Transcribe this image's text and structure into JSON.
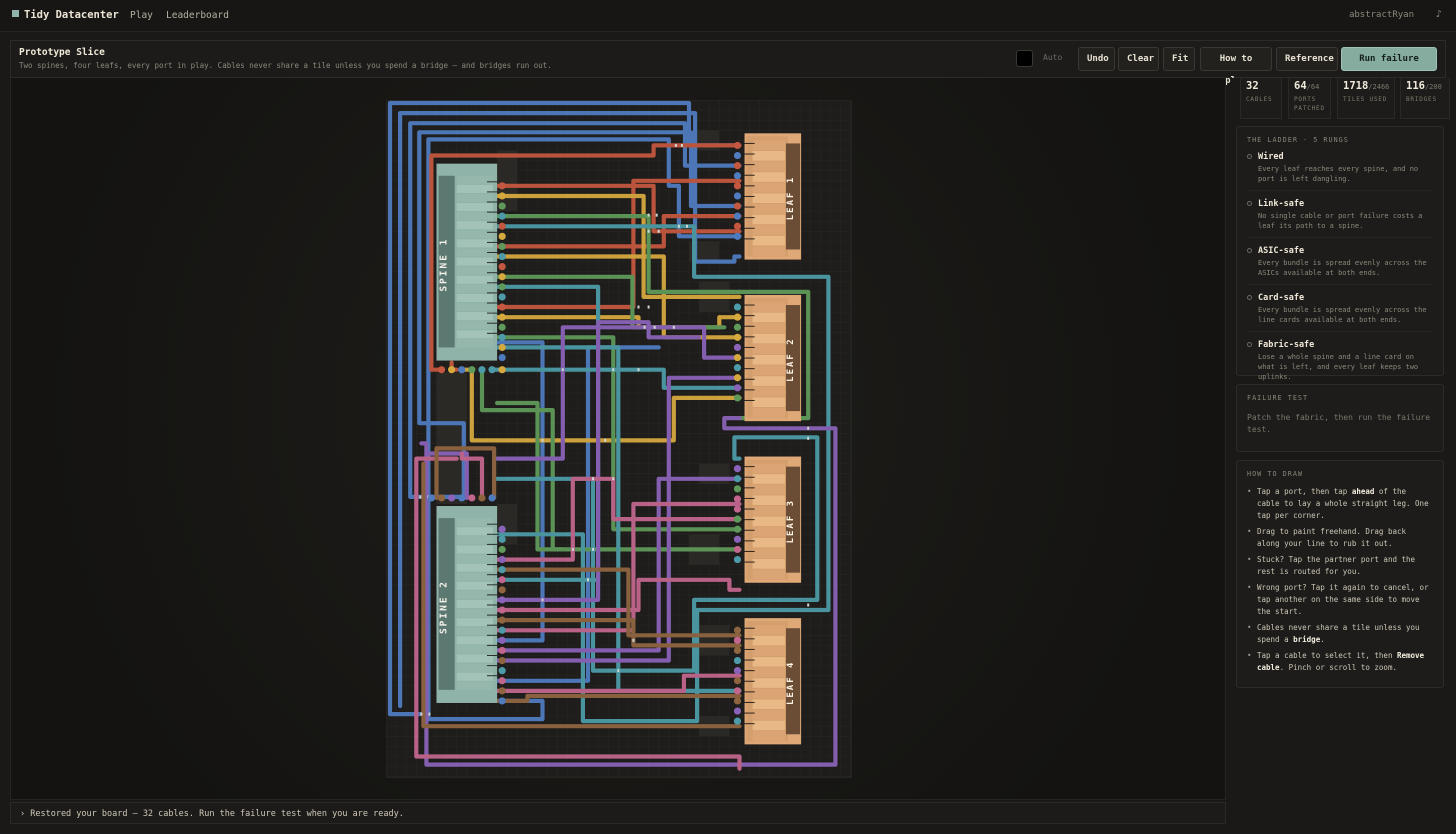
{
  "app": {
    "brand": "Tidy Datacenter",
    "nav": [
      "Play",
      "Leaderboard"
    ],
    "user": "abstractRyan",
    "music_icon": "♪"
  },
  "level": {
    "title": "Prototype Slice",
    "subtitle": "Two spines, four leafs, every port in play. Cables never share a tile unless you spend a bridge — and bridges run out."
  },
  "toolbar": {
    "color_swatch": "#000000",
    "auto_label": "Auto",
    "undo": "Undo",
    "clear": "Clear",
    "fit": "Fit",
    "how_to_play": "How to play",
    "reference": "Reference",
    "run_failure_test": "Run failure test"
  },
  "stats": {
    "cables": {
      "value": "32",
      "label": "CABLES"
    },
    "ports": {
      "value": "64",
      "max": "/64",
      "label": "PORTS PATCHED"
    },
    "tiles": {
      "value": "1718",
      "max": "/2466",
      "label": "TILES USED"
    },
    "bridges": {
      "value": "116",
      "max": "/200",
      "label": "BRIDGES"
    }
  },
  "ladder": {
    "title": "THE LADDER · 5 RUNGS",
    "rungs": [
      {
        "name": "Wired",
        "desc": "Every leaf reaches every spine, and no port is left dangling."
      },
      {
        "name": "Link-safe",
        "desc": "No single cable or port failure costs a leaf its path to a spine."
      },
      {
        "name": "ASIC-safe",
        "desc": "Every bundle is spread evenly across the ASICs available at both ends."
      },
      {
        "name": "Card-safe",
        "desc": "Every bundle is spread evenly across the line cards available at both ends."
      },
      {
        "name": "Fabric-safe",
        "desc": "Lose a whole spine and a line card on what is left, and every leaf keeps two uplinks."
      }
    ]
  },
  "failure_test": {
    "title": "FAILURE TEST",
    "text": "Patch the fabric, then run the failure test."
  },
  "howto": {
    "title": "HOW TO DRAW",
    "items": [
      [
        "Tap a port, then tap ",
        "ahead",
        " of the cable to lay a whole straight leg. One tap per corner."
      ],
      [
        "Drag to paint freehand. Drag back along your line to rub it out."
      ],
      [
        "Stuck? Tap the partner port and the rest is routed for you."
      ],
      [
        "Wrong port? Tap it again to cancel, or tap another on the same side to move the start."
      ],
      [
        "Cables never share a tile unless you spend a ",
        "bridge",
        "."
      ],
      [
        "Tap a cable to select it, then ",
        "Remove cable",
        ". Pinch or scroll to zoom."
      ]
    ]
  },
  "status_message": "› Restored your board — 32 cables. Run the failure test when you are ready.",
  "board": {
    "grid_cols": 46,
    "grid_rows": 67,
    "devices": [
      {
        "label": "SPINE 1",
        "kind": "spine"
      },
      {
        "label": "SPINE 2",
        "kind": "spine"
      },
      {
        "label": "LEAF 1",
        "kind": "leaf"
      },
      {
        "label": "LEAF 2",
        "kind": "leaf"
      },
      {
        "label": "LEAF 3",
        "kind": "leaf"
      },
      {
        "label": "LEAF 4",
        "kind": "leaf"
      }
    ],
    "cable_colors": {
      "blue": "#4f7bbf",
      "red": "#c4573f",
      "yellow": "#d6a93f",
      "green": "#5f9a5a",
      "teal": "#4d9ba8",
      "purple": "#8a63b8",
      "pink": "#c2668e",
      "brown": "#8f6540"
    }
  }
}
